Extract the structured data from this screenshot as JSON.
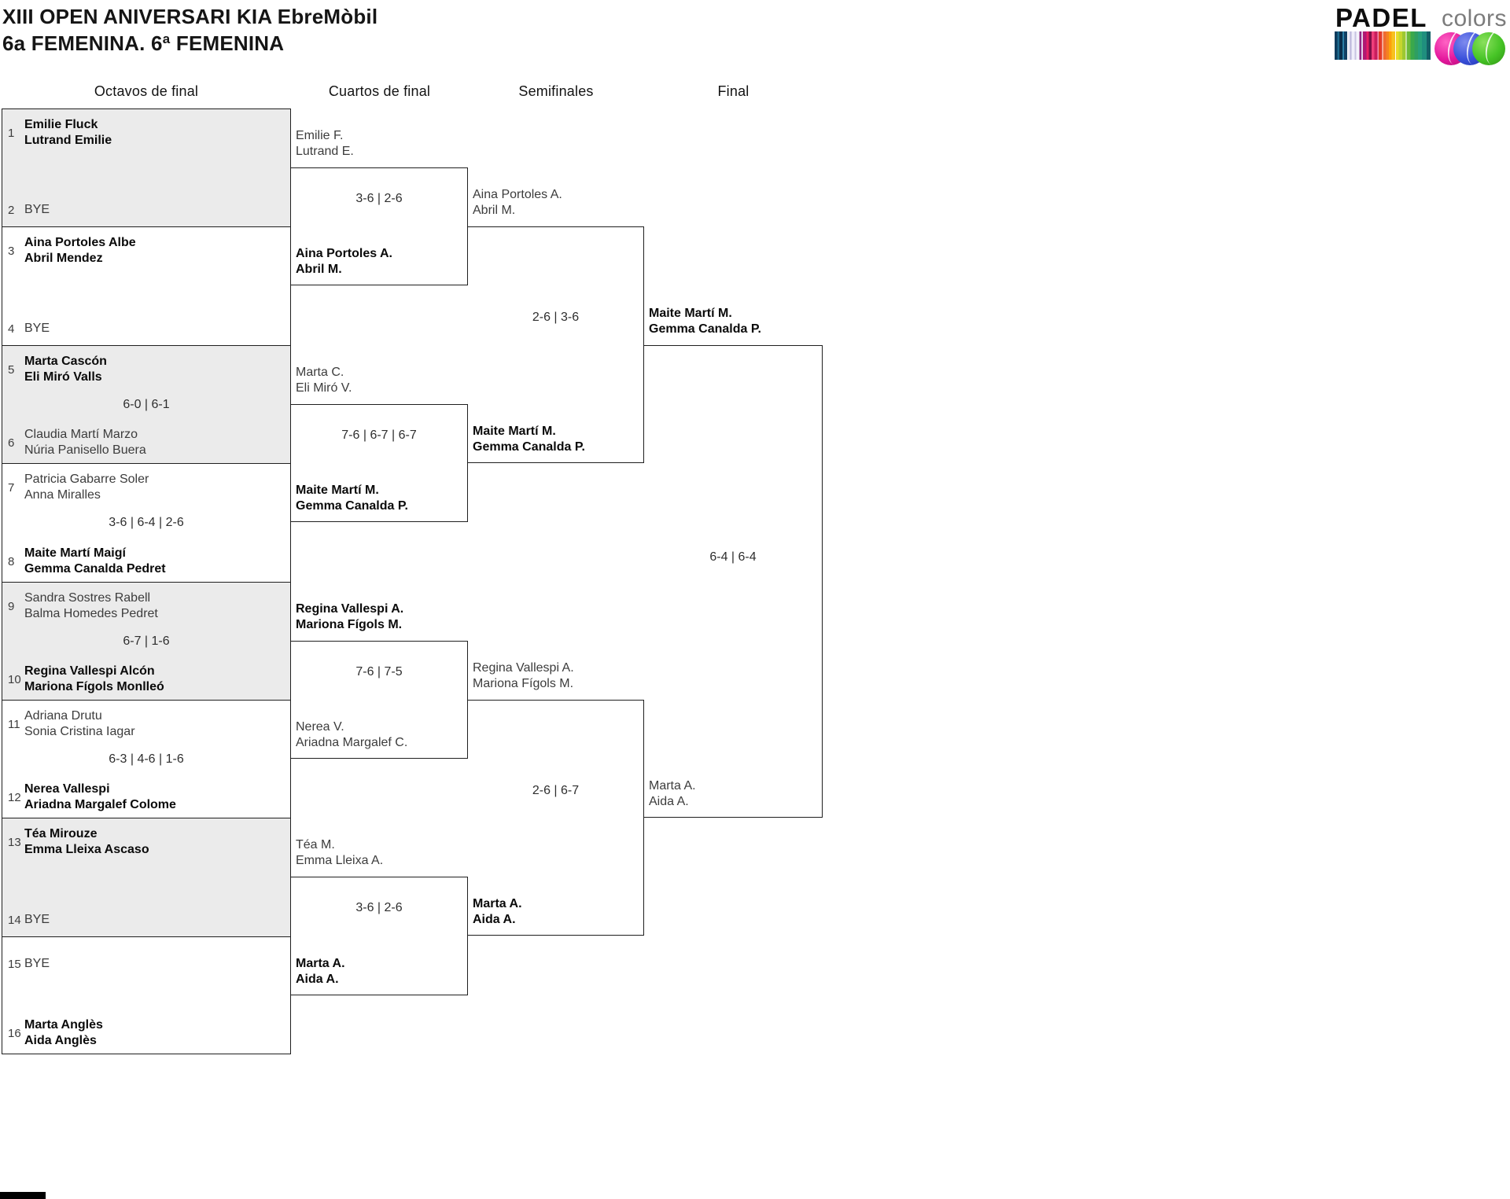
{
  "header": {
    "title": "XIII OPEN ANIVERSARI KIA EbreMòbil",
    "subtitle": "6a FEMENINA. 6ª FEMENINA"
  },
  "logo": {
    "brand": "PADEL",
    "sub": "colors",
    "balls": [
      "pink-tennis-ball",
      "blue-tennis-ball",
      "green-tennis-ball"
    ],
    "ball_colors": {
      "pink": "#e5189d",
      "blue": "#3950db",
      "green": "#46c426"
    }
  },
  "columns": [
    {
      "label": "Octavos de final"
    },
    {
      "label": "Cuartos de final"
    },
    {
      "label": "Semifinales"
    },
    {
      "label": "Final"
    }
  ],
  "colors": {
    "box_fill_alt": "#ebebeb",
    "line": "#1f1f1f"
  },
  "rounds": {
    "r16": [
      {
        "seed_top": "1",
        "top": [
          "Emilie Fluck",
          "Lutrand Emilie"
        ],
        "top_winner": true,
        "seed_bottom": "2",
        "bottom": [
          "BYE"
        ],
        "bottom_winner": false,
        "score": ""
      },
      {
        "seed_top": "3",
        "top": [
          "Aina Portoles Albe",
          "Abril Mendez"
        ],
        "top_winner": true,
        "seed_bottom": "4",
        "bottom": [
          "BYE"
        ],
        "bottom_winner": false,
        "score": ""
      },
      {
        "seed_top": "5",
        "top": [
          "Marta Cascón",
          "Eli Miró Valls"
        ],
        "top_winner": true,
        "seed_bottom": "6",
        "bottom": [
          "Claudia Martí Marzo",
          "Núria Panisello Buera"
        ],
        "bottom_winner": false,
        "score": "6-0 | 6-1"
      },
      {
        "seed_top": "7",
        "top": [
          "Patricia Gabarre Soler",
          "Anna Miralles"
        ],
        "top_winner": false,
        "seed_bottom": "8",
        "bottom": [
          "Maite Martí Maigí",
          "Gemma Canalda Pedret"
        ],
        "bottom_winner": true,
        "score": "3-6 | 6-4 | 2-6"
      },
      {
        "seed_top": "9",
        "top": [
          "Sandra Sostres Rabell",
          "Balma Homedes Pedret"
        ],
        "top_winner": false,
        "seed_bottom": "10",
        "bottom": [
          "Regina Vallespi Alcón",
          "Mariona Fígols Monlleó"
        ],
        "bottom_winner": true,
        "score": "6-7 | 1-6"
      },
      {
        "seed_top": "11",
        "top": [
          "Adriana Drutu",
          "Sonia Cristina Iagar"
        ],
        "top_winner": false,
        "seed_bottom": "12",
        "bottom": [
          "Nerea Vallespi",
          "Ariadna Margalef Colome"
        ],
        "bottom_winner": true,
        "score": "6-3 | 4-6 | 1-6"
      },
      {
        "seed_top": "13",
        "top": [
          "Téa Mirouze",
          "Emma Lleixa Ascaso"
        ],
        "top_winner": true,
        "seed_bottom": "14",
        "bottom": [
          "BYE"
        ],
        "bottom_winner": false,
        "score": ""
      },
      {
        "seed_top": "15",
        "top": [
          "BYE"
        ],
        "top_winner": false,
        "seed_bottom": "16",
        "bottom": [
          "Marta Anglès",
          "Aida Anglès"
        ],
        "bottom_winner": true,
        "score": ""
      }
    ],
    "qf": [
      {
        "top": [
          "Emilie F.",
          "Lutrand E."
        ],
        "top_winner": false,
        "bottom": [
          "Aina Portoles A.",
          "Abril M."
        ],
        "bottom_winner": true,
        "score": "3-6 | 2-6"
      },
      {
        "top": [
          "Marta C.",
          "Eli Miró V."
        ],
        "top_winner": false,
        "bottom": [
          "Maite Martí M.",
          "Gemma Canalda P."
        ],
        "bottom_winner": true,
        "score": "7-6 | 6-7 | 6-7"
      },
      {
        "top": [
          "Regina Vallespi A.",
          "Mariona Fígols M."
        ],
        "top_winner": true,
        "bottom": [
          "Nerea V.",
          "Ariadna Margalef C."
        ],
        "bottom_winner": false,
        "score": "7-6 | 7-5"
      },
      {
        "top": [
          "Téa M.",
          "Emma Lleixa A."
        ],
        "top_winner": false,
        "bottom": [
          "Marta A.",
          "Aida A."
        ],
        "bottom_winner": true,
        "score": "3-6 | 2-6"
      }
    ],
    "sf": [
      {
        "top": [
          "Aina Portoles A.",
          "Abril M."
        ],
        "top_winner": false,
        "bottom": [
          "Maite Martí M.",
          "Gemma Canalda P."
        ],
        "bottom_winner": true,
        "score": "2-6 | 3-6"
      },
      {
        "top": [
          "Regina Vallespi A.",
          "Mariona Fígols M."
        ],
        "top_winner": false,
        "bottom": [
          "Marta A.",
          "Aida A."
        ],
        "bottom_winner": true,
        "score": "2-6 | 6-7"
      }
    ],
    "final": [
      {
        "top": [
          "Maite Martí M.",
          "Gemma Canalda P."
        ],
        "top_winner": true,
        "bottom": [
          "Marta A.",
          "Aida A."
        ],
        "bottom_winner": false,
        "score": "6-4 | 6-4"
      }
    ]
  }
}
